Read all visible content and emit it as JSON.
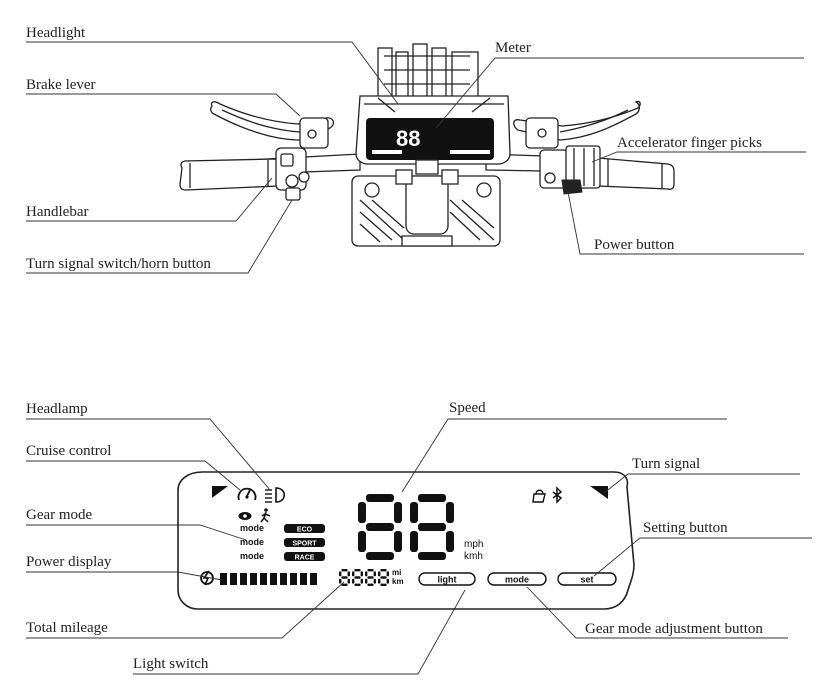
{
  "callouts_top": {
    "headlight": "Headlight",
    "meter": "Meter",
    "brake_lever": "Brake lever",
    "accelerator": "Accelerator finger picks",
    "handlebar": "Handlebar",
    "power_button": "Power button",
    "turn_signal_horn": "Turn signal switch/horn button"
  },
  "callouts_bottom": {
    "headlamp": "Headlamp",
    "speed": "Speed",
    "cruise_control": "Cruise control",
    "turn_signal": "Turn signal",
    "gear_mode": "Gear mode",
    "setting_button": "Setting button",
    "power_display": "Power display",
    "total_mileage": "Total mileage",
    "gear_mode_adjustment": "Gear mode adjustment button",
    "light_switch": "Light switch"
  },
  "display": {
    "mode_word": "mode",
    "modes": [
      "ECO",
      "SPORT",
      "RACE"
    ],
    "speed_digits": "88",
    "speed_unit_1": "mph",
    "speed_unit_2": "kmh",
    "mileage_digits": "8888",
    "mileage_unit_1": "mi",
    "mileage_unit_2": "km",
    "light_button": "light",
    "mode_button": "mode",
    "set_button": "set",
    "power_bars": 10
  }
}
